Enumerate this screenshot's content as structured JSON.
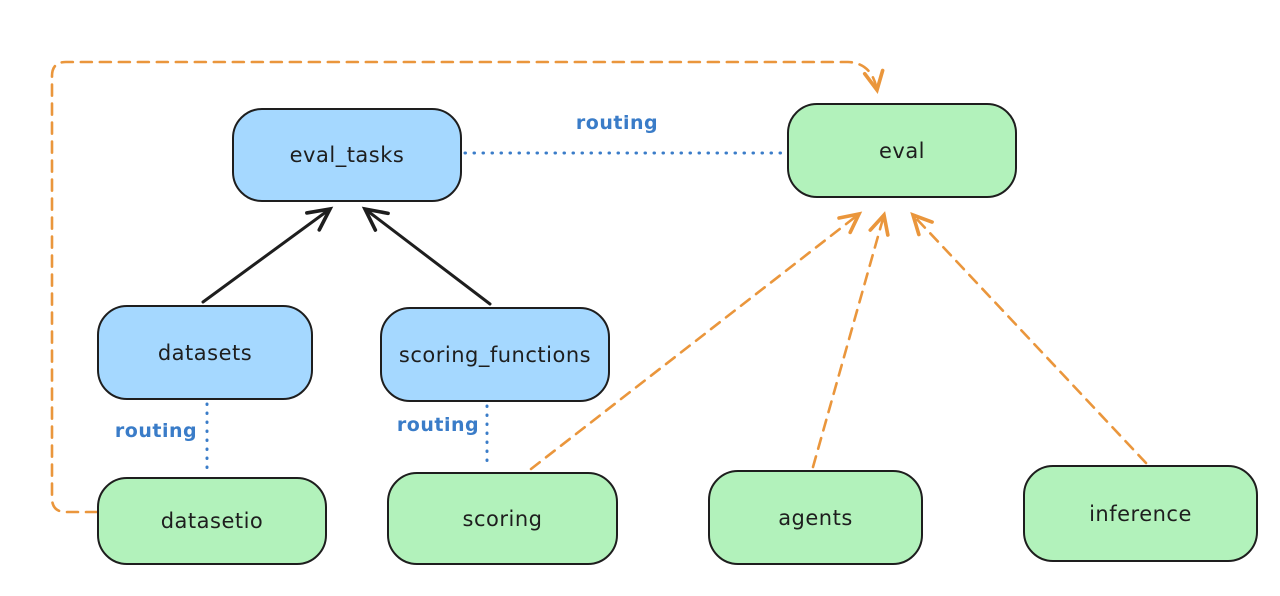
{
  "diagram": {
    "nodes": [
      {
        "id": "eval_tasks",
        "label": "eval_tasks",
        "fill": "#a5d8ff"
      },
      {
        "id": "eval",
        "label": "eval",
        "fill": "#b2f2bb"
      },
      {
        "id": "datasets",
        "label": "datasets",
        "fill": "#a5d8ff"
      },
      {
        "id": "scoring_functions",
        "label": "scoring_functions",
        "fill": "#a5d8ff"
      },
      {
        "id": "datasetio",
        "label": "datasetio",
        "fill": "#b2f2bb"
      },
      {
        "id": "scoring",
        "label": "scoring",
        "fill": "#b2f2bb"
      },
      {
        "id": "agents",
        "label": "agents",
        "fill": "#b2f2bb"
      },
      {
        "id": "inference",
        "label": "inference",
        "fill": "#b2f2bb"
      }
    ],
    "routing_labels": [
      {
        "text": "routing",
        "between": [
          "eval_tasks",
          "eval"
        ]
      },
      {
        "text": "routing",
        "between": [
          "datasets",
          "datasetio"
        ]
      },
      {
        "text": "routing",
        "between": [
          "scoring_functions",
          "scoring"
        ]
      }
    ],
    "edges": [
      {
        "from": "datasets",
        "to": "eval_tasks",
        "style": "solid",
        "color": "black",
        "arrow": true
      },
      {
        "from": "scoring_functions",
        "to": "eval_tasks",
        "style": "solid",
        "color": "black",
        "arrow": true
      },
      {
        "from": "eval_tasks",
        "to": "eval",
        "style": "dotted",
        "color": "blue",
        "arrow": false,
        "label": "routing"
      },
      {
        "from": "datasets",
        "to": "datasetio",
        "style": "dotted",
        "color": "blue",
        "arrow": false,
        "label": "routing"
      },
      {
        "from": "scoring_functions",
        "to": "scoring",
        "style": "dotted",
        "color": "blue",
        "arrow": false,
        "label": "routing"
      },
      {
        "from": "datasetio",
        "to": "eval",
        "style": "dashed",
        "color": "orange",
        "arrow": true,
        "route": "around-left-and-top"
      },
      {
        "from": "scoring",
        "to": "eval",
        "style": "dashed",
        "color": "orange",
        "arrow": true
      },
      {
        "from": "agents",
        "to": "eval",
        "style": "dashed",
        "color": "orange",
        "arrow": true
      },
      {
        "from": "inference",
        "to": "eval",
        "style": "dashed",
        "color": "orange",
        "arrow": true
      }
    ],
    "colors": {
      "blue_node_fill": "#a5d8ff",
      "green_node_fill": "#b2f2bb",
      "node_stroke": "#1e1e1e",
      "orange_edge": "#ea963c",
      "blue_edge": "#3a7cc8",
      "background": "#ffffff"
    }
  }
}
